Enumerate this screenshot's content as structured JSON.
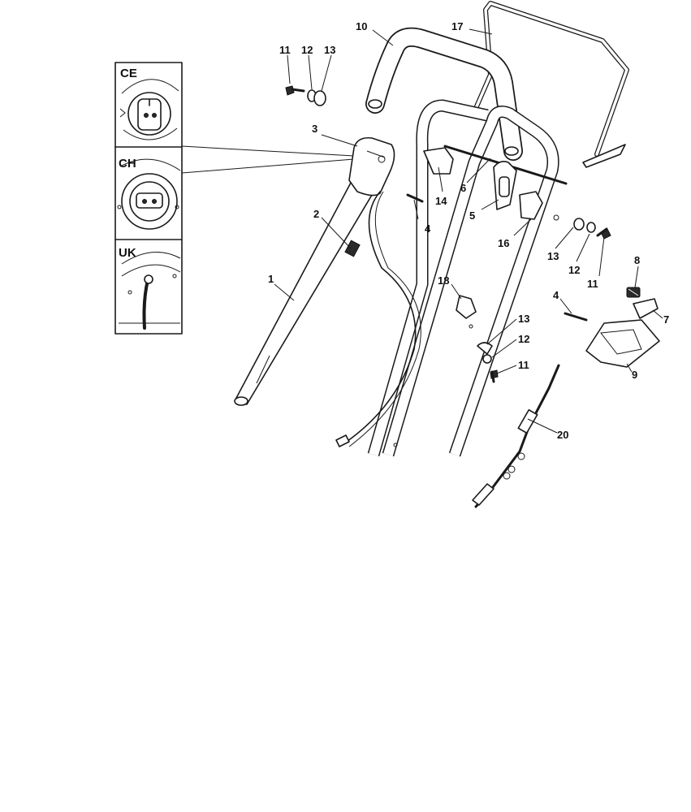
{
  "variants": {
    "ce": "CE",
    "ch": "CH",
    "uk": "UK"
  },
  "callouts": {
    "c1": "1",
    "c2": "2",
    "c3": "3",
    "c4a": "4",
    "c4b": "4",
    "c5": "5",
    "c6": "6",
    "c7": "7",
    "c8": "8",
    "c9": "9",
    "c10": "10",
    "c11a": "11",
    "c11b": "11",
    "c11c": "11",
    "c12a": "12",
    "c12b": "12",
    "c12c": "12",
    "c13a": "13",
    "c13b": "13",
    "c13c": "13",
    "c14": "14",
    "c16": "16",
    "c17": "17",
    "c18": "18",
    "c20": "20"
  }
}
